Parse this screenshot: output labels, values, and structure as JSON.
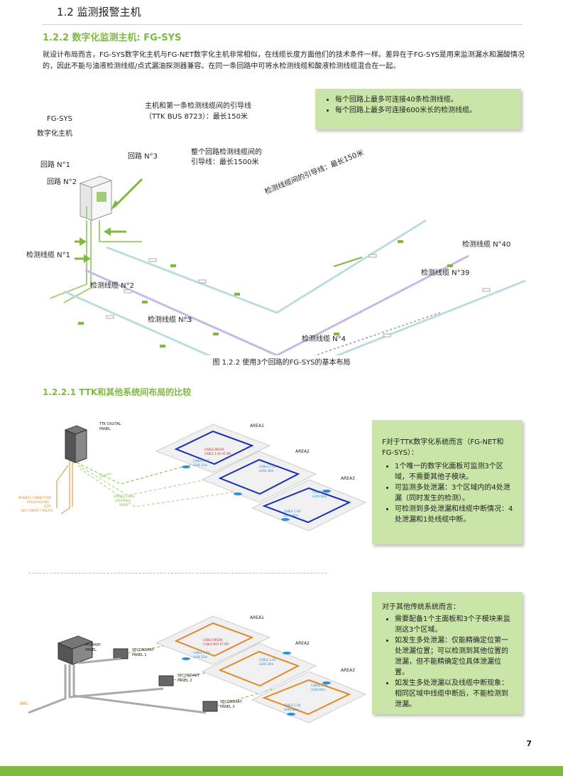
{
  "section_title": "1.2 监测报警主机",
  "subsection_title": "1.2.2 数字化监测主机: FG-SYS",
  "intro_paragraph": "就设计布局而言，FG-SYS数字化主机与FG-NET数字化主机非常相似，在线缆长度方面他们的技术条件一样。差异在于FG-SYS是用来监测漏水和漏酸情况的，因此不能与油液检测线缆/点式漏油探测器兼容。在同一条回路中可将水检测线缆和酸液检测线缆混合在一起。",
  "figure1": {
    "host_label_line1": "FG-SYS",
    "host_label_line2": "数字化主机",
    "lead_label_line1": "主机和第一条检测线缆间的引导线",
    "lead_label_line2": "（TTK BUS 8723）：最长150米",
    "loop1": "回路 N°1",
    "loop2": "回路 N°2",
    "loop3": "回路 N°3",
    "between_label_line1": "整个回路检测线缆间的",
    "between_label_line2": "引导线：最长1500米",
    "diag_label": "检测线缆间的引导线：最长150米",
    "cable1": "检测线缆 N°1",
    "cable2": "检测线缆 N°2",
    "cable3": "检测线缆 N°3",
    "cable4": "检测线缆 N°4",
    "cable39": "检测线缆 N°39",
    "cable40": "检测线缆 N°40",
    "note_items": [
      "每个回路上最多可连接40条检测线缆。",
      "每个回路上最多可连接600米长的检测线缆。"
    ],
    "caption": "图 1.2.2 使用3个回路的FG-SYS的基本布局"
  },
  "subsubsection_title": "1.2.2.1 TTK和其他系统间布局的比较",
  "figure2": {
    "panel_label_line1": "TTK DIGITAL",
    "panel_label_line2": "PANEL",
    "area1": "AREA1",
    "area2": "AREA2",
    "area3": "AREA3",
    "break_line1": "CABLE BREAK",
    "break_line2": "CABLE 1-02 AT 0M",
    "leak_a_line1": "CABLE 1-02",
    "leak_a_line2": "LEAK 23m",
    "leak_b_line1": "CABLE 1-02",
    "leak_b_line2": "LEAK 36m",
    "leak_c_line1": "CABLE 1-06",
    "leak_c_line2": "LEAK 60m",
    "leak_d_line1": "CABLE 1-06",
    "leak_d_line2": "LEAK 80m",
    "modbus_line1": "MODBUS CONNECTION",
    "modbus_line2": "RS232/422/485",
    "modbus_line3": "SOFT",
    "modbus_line4": "DRY CONTACT RELAYS",
    "group_label": "GROUP1",
    "jumper_line1": "JUMPER CABLE",
    "jumper_line2": "GROUP 2/3",
    "jumper_line3": "SPARE",
    "ttk_box_intro": "F对于TTK数字化系统而言（FG-NET和FG-SYS）：",
    "ttk_box_items": [
      "1个唯一的数字化面板可监测3个区域，不需要其他子模块。",
      "可监测多处泄漏：3个区域内的4处泄漏（同时发生的检测）。",
      "可检测到多处泄漏和线缆中断情况：4处泄漏和1处线缆中断。"
    ]
  },
  "figure3": {
    "primary_line1": "PRIMARY",
    "primary_line2": "PANEL",
    "secondary1_line1": "SECONDARY",
    "secondary1_line2": "PANEL 1",
    "secondary2_line1": "SECONDARY",
    "secondary2_line2": "PANEL 2",
    "secondary3_line1": "SECONDARY",
    "secondary3_line2": "PANEL 3",
    "bms": "BMS",
    "area1": "AREA1",
    "area2": "AREA2",
    "area3": "AREA3",
    "break_line1": "CABLE BREAK",
    "break_line2": "CABLE N02 AT 0M",
    "leak_a_line1": "CABLE 1-02",
    "leak_a_line2": "LEAK 23m",
    "leak_b_line1": "CABLE 1-02",
    "leak_b_line2": "LEAK 36m",
    "leak_c_line1": "CABLE 1-06",
    "leak_c_line2": "LEAK 60m",
    "leak_d_line1": "CABLE 1-06",
    "leak_d_line2": "LEAK 80m",
    "other_box_intro": "对于其他传统系统而言：",
    "other_box_items": [
      "需要配备1个主面板和3个子模块来监测这3个区域。",
      "如发生多处泄漏：仅能精确定位第一处泄漏位置；可以检测到其他位置的泄漏，但不能精确定位具体泄漏位置。",
      "如发生多处泄漏以及线缆中断现象：相同区域中线缆中断后，不能检测到泄漏。"
    ]
  },
  "page_number": "7",
  "colors": {
    "accent_green": "#7dba3e",
    "note_box": "#c9e5a7",
    "cable_blue": "#1a2fb5",
    "cable_orange": "#e08a2a",
    "leak_blue": "#2a8fd6"
  }
}
